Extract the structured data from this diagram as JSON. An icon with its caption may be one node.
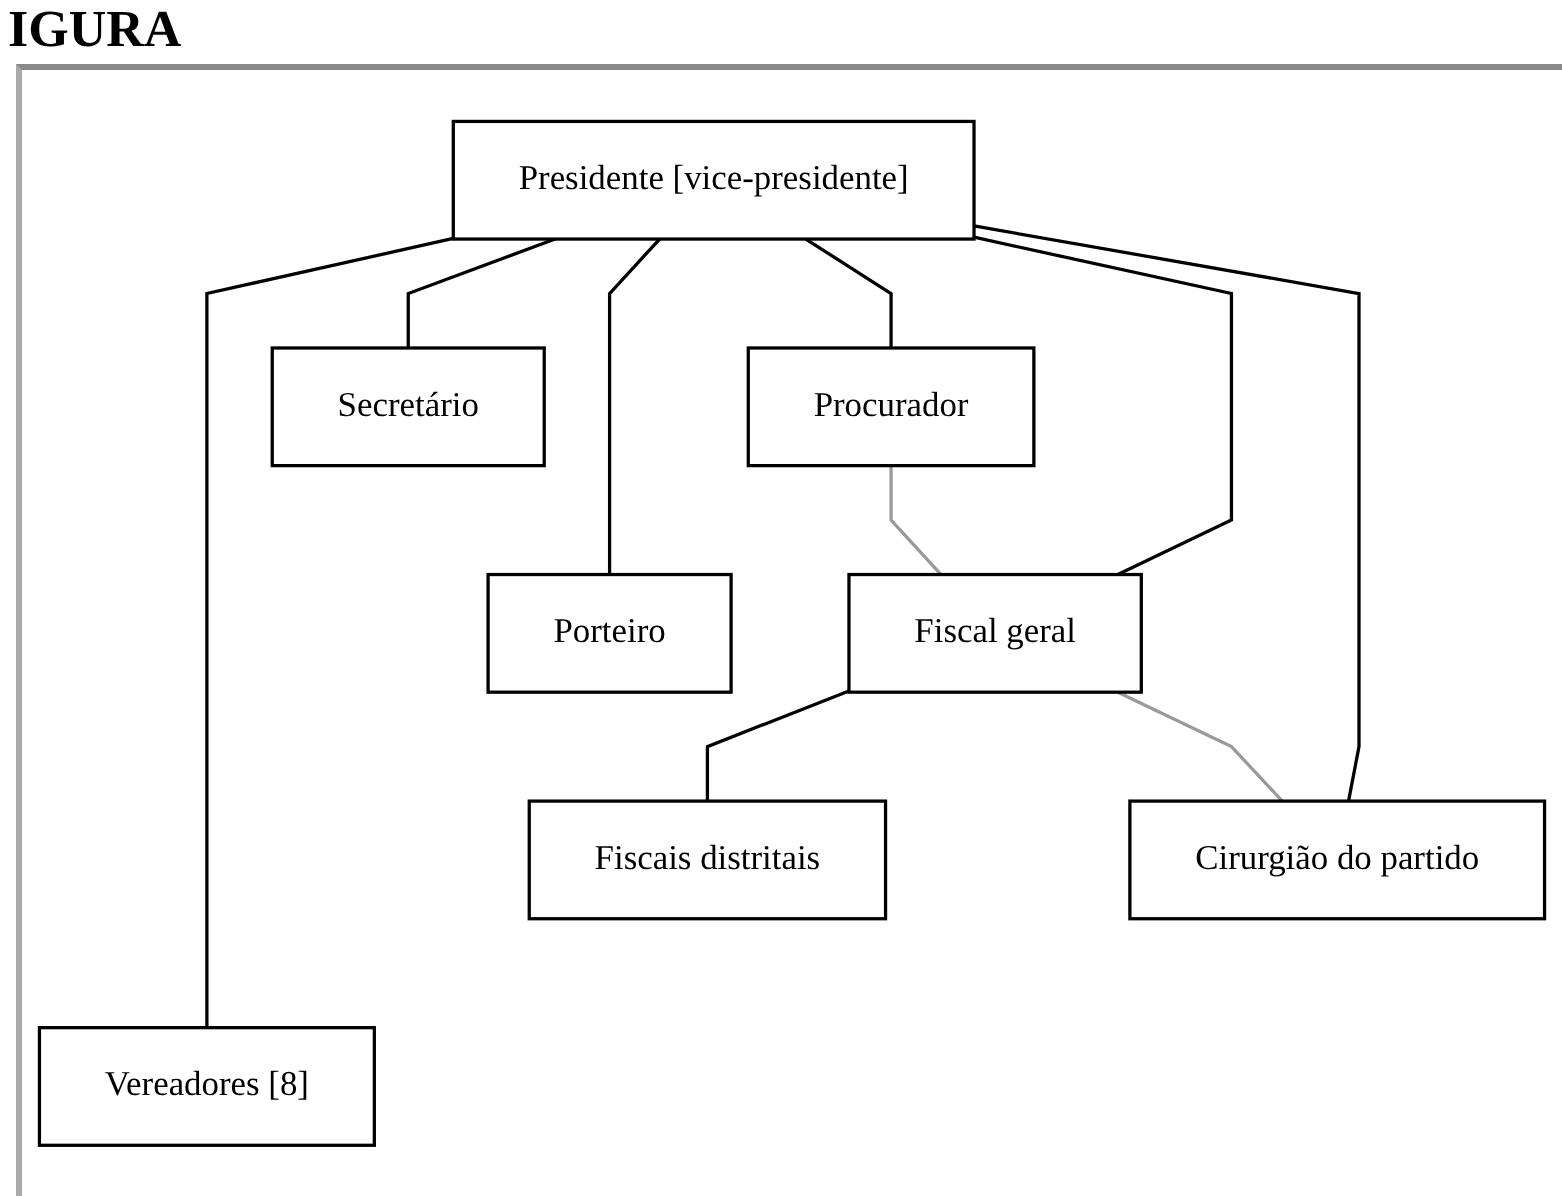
{
  "diagram": {
    "title": "IGURA",
    "nodes": [
      {
        "text": [
          "Presidente [vice-presidente]"
        ]
      },
      {
        "text": [
          "Procurador"
        ]
      },
      {
        "text": [
          "Secretário"
        ]
      },
      {
        "text": [
          "Fiscal geral"
        ]
      },
      {
        "text": [
          "Fiscais distritais"
        ]
      },
      {
        "text": [
          "Porteiro"
        ]
      },
      {
        "text": [
          "Cirurgião do partido"
        ]
      },
      {
        "text": [
          "Vereadores [8]"
        ]
      }
    ],
    "edges": [
      {
        "from": 0,
        "to": 7,
        "arrow": "none"
      },
      {
        "from": 0,
        "to": 2,
        "arrow": "none"
      },
      {
        "from": 0,
        "to": 5,
        "arrow": "none"
      },
      {
        "from": 0,
        "to": 1,
        "arrow": "none"
      },
      {
        "from": 0,
        "to": 3,
        "arrow": "none"
      },
      {
        "from": 0,
        "to": 6,
        "arrow": "none"
      },
      {
        "from": 3,
        "to": 4,
        "arrow": "none"
      },
      {
        "from": 1,
        "to": 3,
        "arrow": "none",
        "color": "#999999"
      },
      {
        "from": 3,
        "to": 6,
        "arrow": "none",
        "color": "#999999"
      }
    ]
  }
}
